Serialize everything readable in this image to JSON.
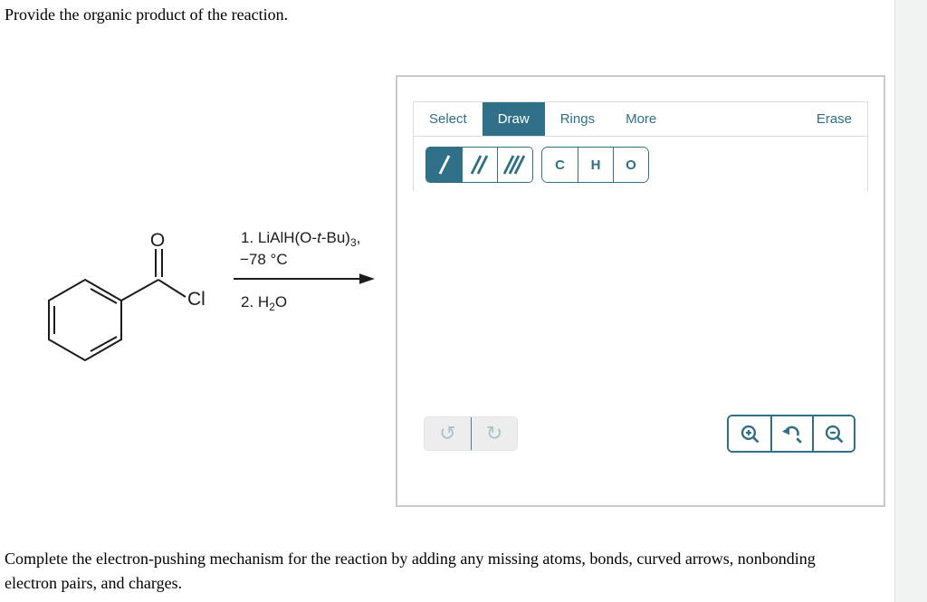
{
  "question": {
    "top": "Provide the organic product of the reaction.",
    "bottom_line1": "Complete the electron-pushing mechanism for the reaction by adding any missing atoms, bonds, curved arrows, nonbonding",
    "bottom_line2": "electron pairs, and charges."
  },
  "reaction": {
    "oxygen_label": "O",
    "chlorine_label": "Cl",
    "step1": {
      "prefix": "1. LiAlH(O-",
      "italic_t": "t",
      "mid": "-Bu)",
      "subscript": "3",
      "suffix": ","
    },
    "temperature": "−78 °C",
    "step2": {
      "prefix": "2. H",
      "subscript": "2",
      "suffix": "O"
    }
  },
  "editor": {
    "tabs": {
      "select": "Select",
      "draw": "Draw",
      "rings": "Rings",
      "more": "More",
      "erase": "Erase"
    },
    "active_tab": "Draw",
    "selected_bond_tool": "single-bond",
    "atom_buttons": [
      "C",
      "H",
      "O"
    ],
    "icons": {
      "undo": "↺",
      "redo": "↻"
    },
    "colors": {
      "accent": "#2f7088",
      "panel-border": "#c9c9c9",
      "toolbar-border": "#dcdcdc",
      "disabled-bg": "#ededed",
      "disabled-icon": "#a9c3cd",
      "undo-divider": "#4a7d90",
      "gutter": "#f1f2f2",
      "ink": "#1c1c1c"
    }
  }
}
